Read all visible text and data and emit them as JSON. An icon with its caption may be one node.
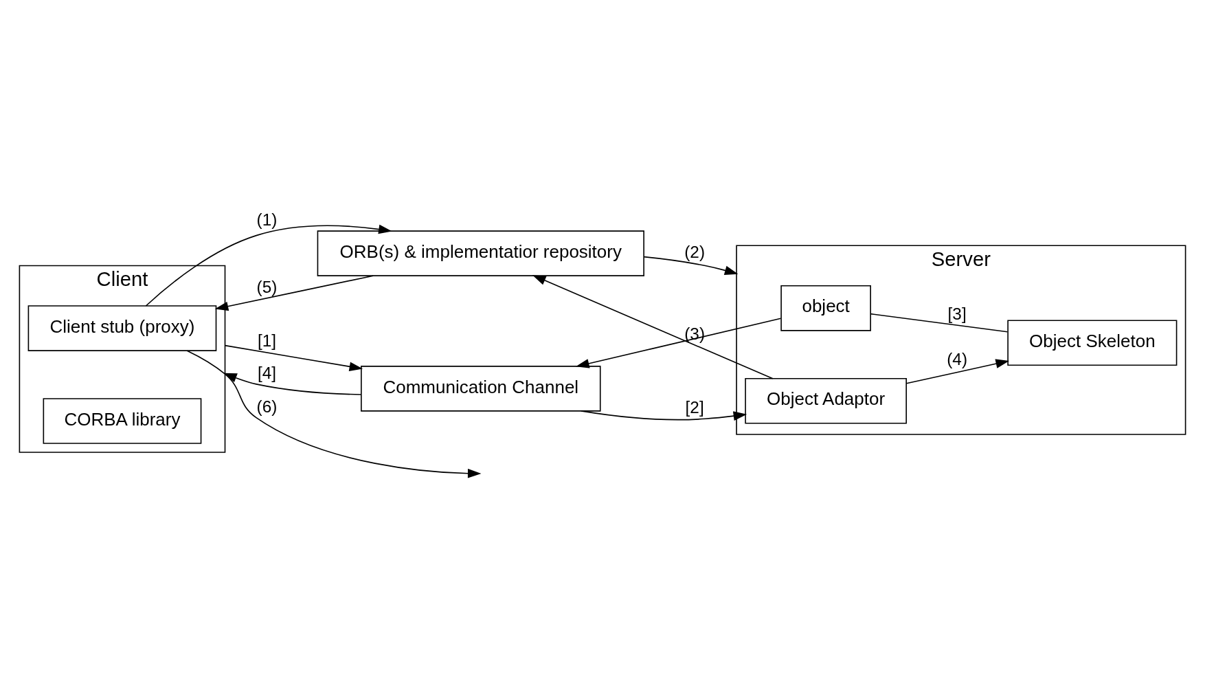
{
  "diagram": {
    "nodes": [
      {
        "text": [
          "Client"
        ]
      },
      {
        "text": [
          "Client stub (proxy)"
        ],
        "in": 0
      },
      {
        "text": [
          "CORBA library"
        ],
        "in": 0
      },
      {
        "text": [
          "ORB(s) & implementatior repository"
        ]
      },
      {
        "text": [
          "Server"
        ]
      },
      {
        "text": [
          "object"
        ],
        "in": 4
      },
      {
        "text": [
          "Object Skeleton"
        ],
        "in": 4
      },
      {
        "text": [
          "Object Adaptor"
        ],
        "in": 4
      },
      {
        "text": [
          "Communication Channel"
        ]
      }
    ],
    "edges": [
      {
        "from": 1,
        "to": 3,
        "arrow": "to",
        "label": "(1)"
      },
      {
        "from": 3,
        "to": 4,
        "arrow": "to",
        "label": "(2)"
      },
      {
        "from": 7,
        "to": 3,
        "arrow": "to",
        "label": "(3)"
      },
      {
        "from": 7,
        "to": 6,
        "arrow": "to",
        "label": "(4)"
      },
      {
        "from": 3,
        "to": 1,
        "arrow": "to",
        "label": "(5)"
      },
      {
        "from": 1,
        "to": null,
        "arrow": "to",
        "label": "(6)"
      },
      {
        "from": 0,
        "to": 8,
        "arrow": "to",
        "label": "[1]"
      },
      {
        "from": 8,
        "to": 7,
        "arrow": "to",
        "label": "[2]"
      },
      {
        "from": 5,
        "to": 6,
        "arrow": "none",
        "label": "[3]"
      },
      {
        "from": 5,
        "to": 8,
        "arrow": "to"
      },
      {
        "from": 8,
        "to": 0,
        "arrow": "to",
        "label": "[4]"
      }
    ]
  }
}
